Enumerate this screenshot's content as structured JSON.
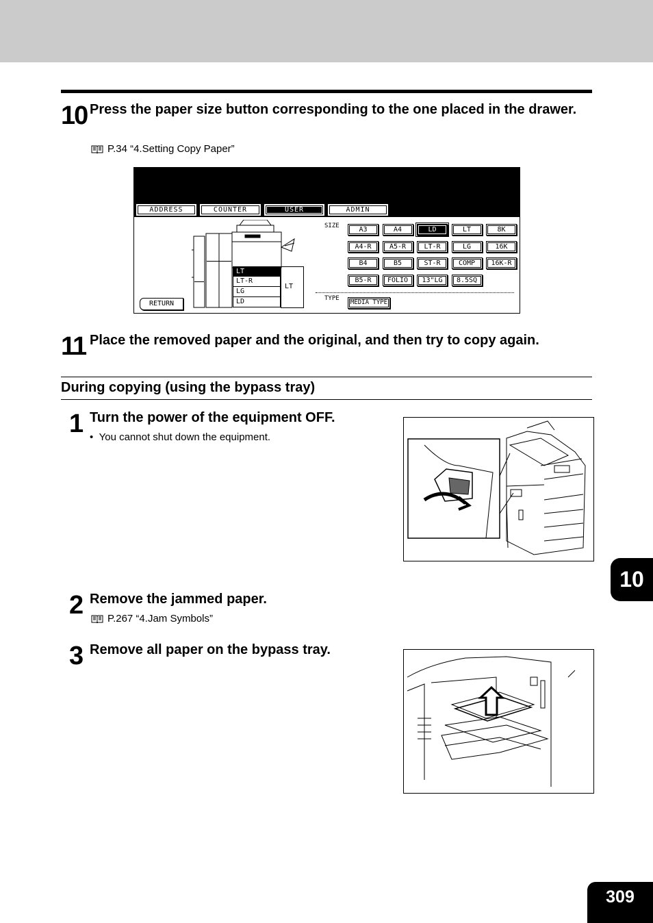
{
  "steps": {
    "s10": {
      "number": "10",
      "title": "Press the paper size button corresponding to the one placed in the drawer.",
      "ref": "P.34 “4.Setting Copy Paper”"
    },
    "s11": {
      "number": "11",
      "title": "Place the removed paper and the original, and then try to copy again."
    },
    "b1": {
      "number": "1",
      "title": "Turn the power of the equipment OFF.",
      "bullet": "You cannot shut down the equipment."
    },
    "b2": {
      "number": "2",
      "title": "Remove the jammed paper.",
      "ref": "P.267 “4.Jam Symbols”"
    },
    "b3": {
      "number": "3",
      "title": "Remove all paper on the bypass tray."
    }
  },
  "section_heading": "During copying (using the bypass tray)",
  "panel": {
    "tabs": [
      "ADDRESS",
      "COUNTER",
      "USER",
      "ADMIN"
    ],
    "active_tab": "USER",
    "size_label": "SIZE",
    "type_label": "TYPE",
    "sizes": [
      [
        "A3",
        "A4",
        "LD",
        "LT",
        "8K"
      ],
      [
        "A4-R",
        "A5-R",
        "LT-R",
        "LG",
        "16K"
      ],
      [
        "B4",
        "B5",
        "ST-R",
        "COMP",
        "16K-R"
      ],
      [
        "B5-R",
        "FOLIO",
        "13\"LG",
        "8.5SQ"
      ]
    ],
    "selected_size": "LD",
    "media_type": "MEDIA TYPE",
    "return": "RETURN",
    "trays": [
      "LT",
      "LT-R",
      "LG",
      "LD"
    ],
    "lcc": "LT"
  },
  "chapter_tab": "10",
  "page_number": "309",
  "colors": {
    "band": "#cbcbcb",
    "ink": "#000000"
  }
}
